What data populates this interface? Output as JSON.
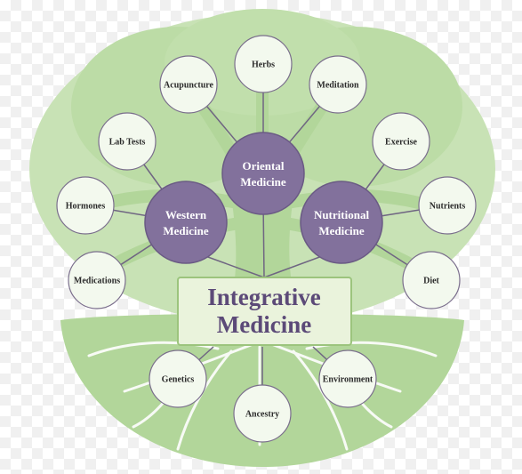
{
  "colors": {
    "tree_light": "#c8e2b5",
    "tree_mid": "#b2d69a",
    "root_lines": "#ffffff",
    "hub_fill": "#82719c",
    "hub_stroke": "#6a5a84",
    "leaf_fill": "#f3f9ee",
    "leaf_stroke": "#7a6e8c",
    "connector": "#6f6582",
    "center_fill": "#eaf3dc",
    "center_stroke": "#9cc47d",
    "center_text": "#5c4a78"
  },
  "center": {
    "line1": "Integrative",
    "line2": "Medicine"
  },
  "hubs": [
    {
      "id": "oriental",
      "line1": "Oriental",
      "line2": "Medicine"
    },
    {
      "id": "western",
      "line1": "Western",
      "line2": "Medicine"
    },
    {
      "id": "nutritional",
      "line1": "Nutritional",
      "line2": "Medicine"
    }
  ],
  "leaves": [
    {
      "id": "acupuncture",
      "label": "Acupuncture"
    },
    {
      "id": "herbs",
      "label": "Herbs"
    },
    {
      "id": "meditation",
      "label": "Meditation"
    },
    {
      "id": "lab-tests",
      "label": "Lab Tests"
    },
    {
      "id": "hormones",
      "label": "Hormones"
    },
    {
      "id": "medications",
      "label": "Medications"
    },
    {
      "id": "exercise",
      "label": "Exercise"
    },
    {
      "id": "nutrients",
      "label": "Nutrients"
    },
    {
      "id": "diet",
      "label": "Diet"
    },
    {
      "id": "genetics",
      "label": "Genetics"
    },
    {
      "id": "ancestry",
      "label": "Ancestry"
    },
    {
      "id": "environment",
      "label": "Environment"
    }
  ]
}
